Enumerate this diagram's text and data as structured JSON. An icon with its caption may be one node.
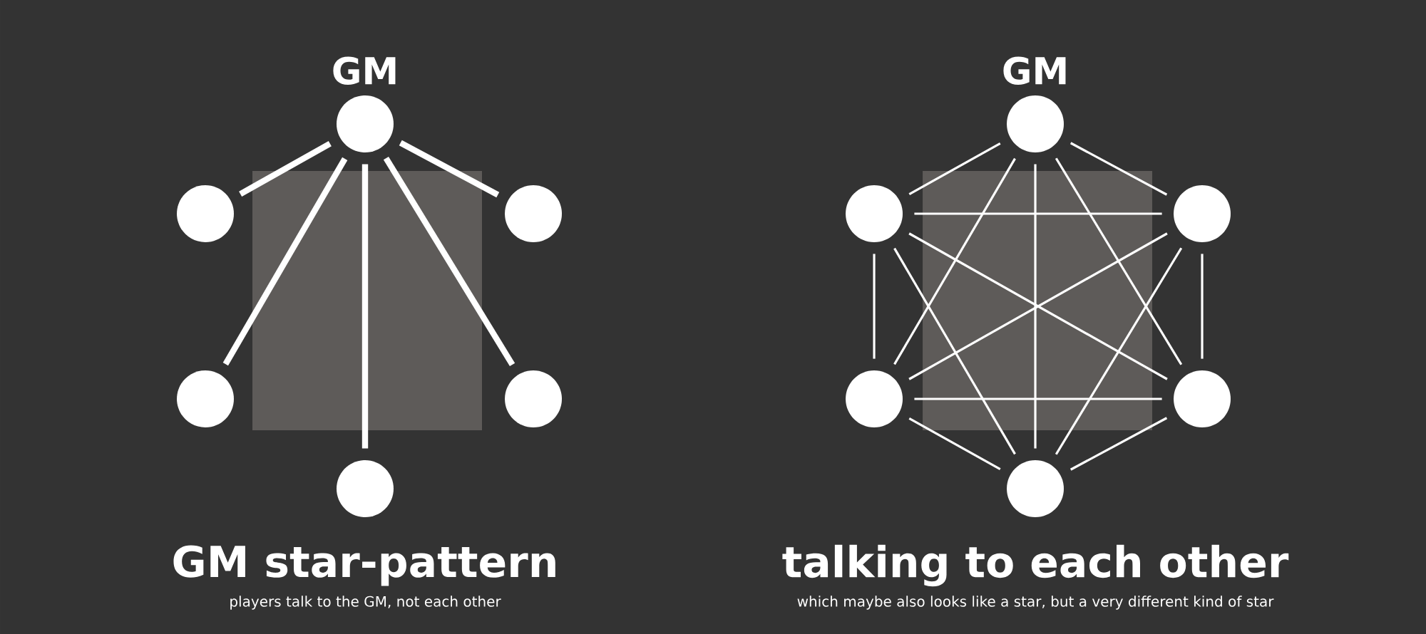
{
  "diagram": {
    "nodes": [
      {
        "text": [],
        "shape": "circle",
        "beside": [
          "GM"
        ]
      },
      {
        "text": [],
        "shape": "circle"
      },
      {
        "text": [],
        "shape": "circle"
      },
      {
        "text": [],
        "shape": "circle"
      },
      {
        "text": [],
        "shape": "circle"
      },
      {
        "text": [],
        "shape": "circle"
      },
      {
        "text": [],
        "shape": "circle",
        "beside": [
          "GM"
        ]
      },
      {
        "text": [],
        "shape": "circle"
      },
      {
        "text": [],
        "shape": "circle"
      },
      {
        "text": [],
        "shape": "circle"
      },
      {
        "text": [],
        "shape": "circle"
      },
      {
        "text": [],
        "shape": "circle"
      }
    ],
    "edges": [
      {
        "from": 0,
        "to": 1,
        "arrow": "none",
        "style": "thick"
      },
      {
        "from": 0,
        "to": 2,
        "arrow": "none",
        "style": "thick"
      },
      {
        "from": 0,
        "to": 3,
        "arrow": "none",
        "style": "thick"
      },
      {
        "from": 0,
        "to": 4,
        "arrow": "none",
        "style": "thick"
      },
      {
        "from": 0,
        "to": 5,
        "arrow": "none",
        "style": "thick"
      },
      {
        "from": 6,
        "to": 7,
        "arrow": "none"
      },
      {
        "from": 6,
        "to": 8,
        "arrow": "none"
      },
      {
        "from": 6,
        "to": 9,
        "arrow": "none"
      },
      {
        "from": 6,
        "to": 10,
        "arrow": "none"
      },
      {
        "from": 6,
        "to": 11,
        "arrow": "none"
      },
      {
        "from": 7,
        "to": 8,
        "arrow": "none"
      },
      {
        "from": 7,
        "to": 9,
        "arrow": "none"
      },
      {
        "from": 7,
        "to": 10,
        "arrow": "none"
      },
      {
        "from": 7,
        "to": 11,
        "arrow": "none"
      },
      {
        "from": 8,
        "to": 9,
        "arrow": "none"
      },
      {
        "from": 8,
        "to": 10,
        "arrow": "none"
      },
      {
        "from": 8,
        "to": 11,
        "arrow": "none"
      },
      {
        "from": 9,
        "to": 10,
        "arrow": "none"
      },
      {
        "from": 9,
        "to": 11,
        "arrow": "none"
      },
      {
        "from": 10,
        "to": 11,
        "arrow": "none"
      }
    ],
    "labels": [
      "GM star-pattern",
      "talking to each other",
      "players talk to the GM, not each other",
      "which maybe also looks like a star, but a very different kind of star"
    ]
  }
}
